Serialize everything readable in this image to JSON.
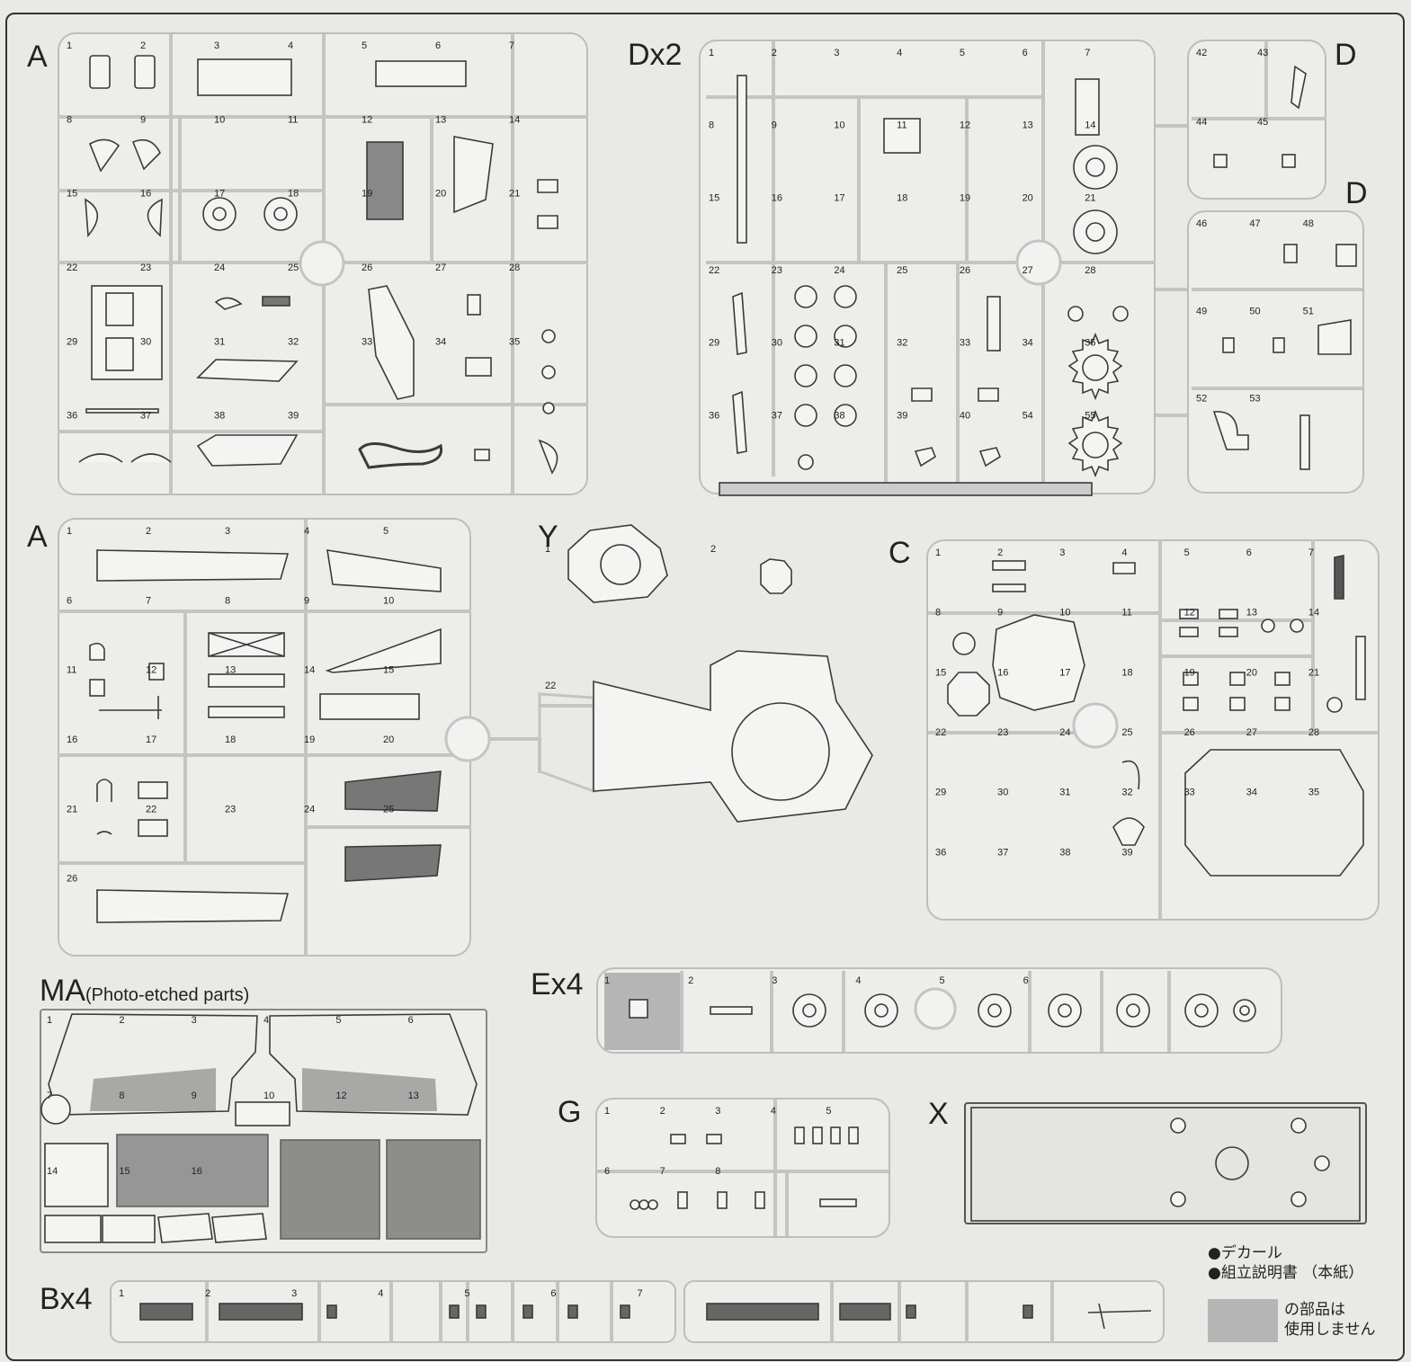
{
  "colors": {
    "background": "#e9e9e6",
    "runner": "#c4c4c4",
    "part_stroke": "#3a3a3a",
    "unused_fill": "#b5b5b5",
    "mesh": "#555555"
  },
  "sprues": {
    "A_top": {
      "label": "A",
      "numbers": [
        "1",
        "2",
        "3",
        "4",
        "5",
        "6",
        "7",
        "8",
        "9",
        "10",
        "11",
        "12",
        "13",
        "14",
        "15",
        "16",
        "17",
        "18",
        "19",
        "20",
        "21",
        "22",
        "23",
        "24",
        "25",
        "26",
        "27",
        "28",
        "29",
        "30",
        "31",
        "32",
        "33",
        "34",
        "35",
        "36",
        "37",
        "38",
        "39"
      ]
    },
    "D_main": {
      "label": "Dx2",
      "numbers": [
        "1",
        "2",
        "3",
        "4",
        "5",
        "6",
        "7",
        "8",
        "9",
        "10",
        "11",
        "12",
        "13",
        "14",
        "15",
        "16",
        "17",
        "18",
        "19",
        "20",
        "21",
        "22",
        "23",
        "24",
        "25",
        "26",
        "27",
        "28",
        "29",
        "30",
        "31",
        "32",
        "33",
        "34",
        "35",
        "36",
        "37",
        "38",
        "39",
        "40",
        "54",
        "55"
      ]
    },
    "D_small_a": {
      "label": "D",
      "numbers": [
        "42",
        "43",
        "44",
        "45"
      ]
    },
    "D_small_b": {
      "label": "D",
      "numbers": [
        "46",
        "47",
        "48",
        "49",
        "50",
        "51",
        "52",
        "53"
      ]
    },
    "A_bottom": {
      "label": "A",
      "numbers": [
        "1",
        "2",
        "3",
        "4",
        "5",
        "6",
        "7",
        "8",
        "9",
        "10",
        "11",
        "12",
        "13",
        "14",
        "15",
        "16",
        "17",
        "18",
        "19",
        "20",
        "21",
        "22",
        "23",
        "24",
        "25",
        "26"
      ]
    },
    "Y": {
      "label": "Y",
      "numbers": [
        "1",
        "2",
        "22"
      ]
    },
    "C": {
      "label": "C",
      "numbers": [
        "1",
        "2",
        "3",
        "4",
        "5",
        "6",
        "7",
        "8",
        "9",
        "10",
        "11",
        "12",
        "13",
        "14",
        "15",
        "16",
        "17",
        "18",
        "19",
        "20",
        "21",
        "22",
        "23",
        "24",
        "25",
        "26",
        "27",
        "28",
        "29",
        "30",
        "31",
        "32",
        "33",
        "34",
        "35",
        "36",
        "37",
        "38",
        "39"
      ]
    },
    "MA": {
      "label": "MA",
      "sublabel": "(Photo-etched parts)",
      "numbers": [
        "1",
        "2",
        "3",
        "4",
        "5",
        "6",
        "7",
        "8",
        "9",
        "10",
        "12",
        "13",
        "14",
        "15",
        "16"
      ]
    },
    "E": {
      "label": "Ex4",
      "numbers": [
        "1",
        "2",
        "3",
        "4",
        "5",
        "6"
      ]
    },
    "G": {
      "label": "G",
      "numbers": [
        "1",
        "2",
        "3",
        "4",
        "5",
        "6",
        "7",
        "8"
      ]
    },
    "X": {
      "label": "X"
    },
    "B": {
      "label": "Bx4",
      "numbers": [
        "1",
        "2",
        "3",
        "4",
        "5",
        "6",
        "7"
      ]
    }
  },
  "legend": {
    "decal": "●デカール",
    "manual": "●組立説明書 （本紙）",
    "unused_line1": "の部品は",
    "unused_line2": "使用しません"
  }
}
